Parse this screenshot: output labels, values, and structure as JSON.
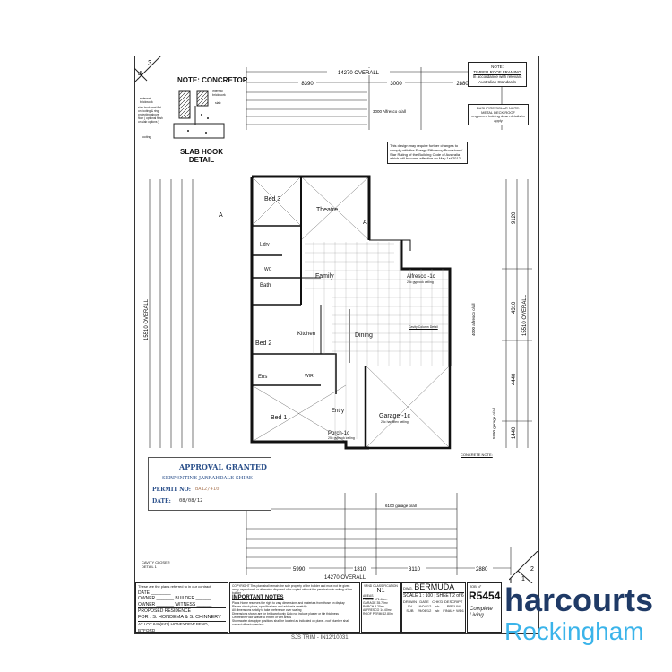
{
  "sheet_corner": {
    "left": "4",
    "right": "3"
  },
  "sheet_corner_bottom": {
    "left": "1",
    "right": "2"
  },
  "slab_note": {
    "title": "NOTE: CONCRETOR",
    "detail_title": "SLAB HOOK",
    "detail_sub": "DETAIL",
    "labels": [
      "external brickwork",
      "internal brickwork",
      "slab",
      "slab hook sent flat on footing & ring projecting above floor ( optional flush on slab options )",
      "footing"
    ]
  },
  "dimensions": {
    "top_overall": "14270 OVERALL",
    "top_segments": [
      "8390",
      "3000",
      "2880"
    ],
    "bottom_overall": "14270 OVERALL",
    "bottom_segments": [
      "5990",
      "1810",
      "3110",
      "2880"
    ],
    "left_overall": "15510 OVERALL",
    "right_overall": "15510 OVERALL",
    "right_segments": [
      "9120",
      "4310",
      "4440",
      "1440"
    ],
    "alfresco": "3000 Alfresco o/all",
    "garage": "6100 garage o/all",
    "garage_side": "5990 garage o/all",
    "alfresco_side": "4000 alfresco o/all"
  },
  "notes": {
    "timber": {
      "title": "NOTE:",
      "line1": "TIMBER ROOF FRAMING",
      "line2": "In accordance with relevant Australian Standards"
    },
    "roof": {
      "line1": "BUSHFIRE/SOLAR NOTE:",
      "line2": "METAL DECK ROOF",
      "line3": "engineers holding down details to apply"
    },
    "energy": "This design may require further changes to comply with the Energy Efficiency Provisions / Star Rating of the Building Code of Australia which will become effective on May 1st 2012"
  },
  "rooms": {
    "bed3": "Bed 3",
    "theatre": "Theatre",
    "ldry": "L'dry",
    "wc": "WC",
    "bath": "Bath",
    "family": "Family",
    "alfresco": "Alfresco -1c",
    "alfresco_sub": "25c gyprock ceiling",
    "kitchen": "Kitchen",
    "dining": "Dining",
    "bed2": "Bed 2",
    "ens": "Ens",
    "wir": "WIR",
    "bed1": "Bed 1",
    "entry": "Entry",
    "porch": "Porch-1c",
    "porch_sub": "25c gyprock ceiling",
    "garage": "Garage -1c",
    "garage_sub": "25c hardiflex ceiling"
  },
  "section_marker": "A",
  "detail_labels": {
    "cavity_closer": "CAVITY CLOSER",
    "detail1": "DETAIL 1",
    "concrete_note": "CONCRETE NOTE:",
    "cavity_column": "Cavity Column Detail"
  },
  "stamp": {
    "title": "APPROVAL GRANTED",
    "shire": "SERPENTINE JARRAHDALE SHIRE",
    "permit_label": "PERMIT NO:",
    "permit_value": "BA12/410",
    "date_label": "DATE:",
    "date_value": "08/08/12"
  },
  "title_block": {
    "contract_note": "These are the plans referred to in our contract",
    "date_label": "DATE",
    "owner_label": "OWNER",
    "builder_label": "BUILDER",
    "witness_label": "WITNESS",
    "proposed": "PROPOSED RESIDENCE",
    "for_label": "FOR :",
    "for_value": "S. HONDEMA & S. CHINNERY",
    "address": "AT LOT 640(#43) HONEYDEW BEND, BYFORD",
    "copyright": "COPYRIGHT This plan shall remain the sole property of the builder and must not be given away, reproduced or otherwise disposed of or copied without the permission in writing of the builder",
    "important_title": "IMPORTANT NOTES",
    "important_lines": [
      "Plans Home reserves the right to vary dimensions and materials from those on display",
      "Please check plans, specifications and addenda carefully",
      "All dimensions strictly to take preference over scaling",
      "Dimensions shown are for brickwork only & do not include plaster or tile thickness",
      "Centreline Floor Waste to extent of wet areas",
      "Stormwater downpipe positions shall be located as indicated on plans - roof plumber shall contact office/supervisor"
    ],
    "wind_title": "WIND CLASSIFICATION",
    "wind_value": "N1",
    "areas_title": "AREAS",
    "areas": [
      "HOUSE 171.40m²",
      "GARAGE 35.70m²",
      "PORCH 3.20m²",
      "ALFRESCO 14.40m²",
      "ROOF PERIM 62.80m"
    ],
    "dwg_label": "DWG.",
    "dwg_name": "BERMUDA",
    "scale": "SCALE 1 : 100",
    "sheet": "SHEET 2 of 6",
    "headers": [
      "DRAWN",
      "DATE",
      "CHK'D",
      "DESCRIPT"
    ],
    "rows": [
      [
        "SV",
        "16/04/12",
        "sb",
        "PRELIM"
      ],
      [
        "SUB",
        "29/06/12",
        "sb",
        "FINAL+ WD1"
      ]
    ],
    "job_label": "JOB N°",
    "job_no": "R5454",
    "builder_logo": "Complete Living"
  },
  "footer_ref": "SJS TRIM - IN12/10031",
  "watermark": {
    "line1": "harcourts",
    "line2": "Rockingham",
    "color1": "#1f3a66",
    "color2": "#3bb4ea"
  }
}
